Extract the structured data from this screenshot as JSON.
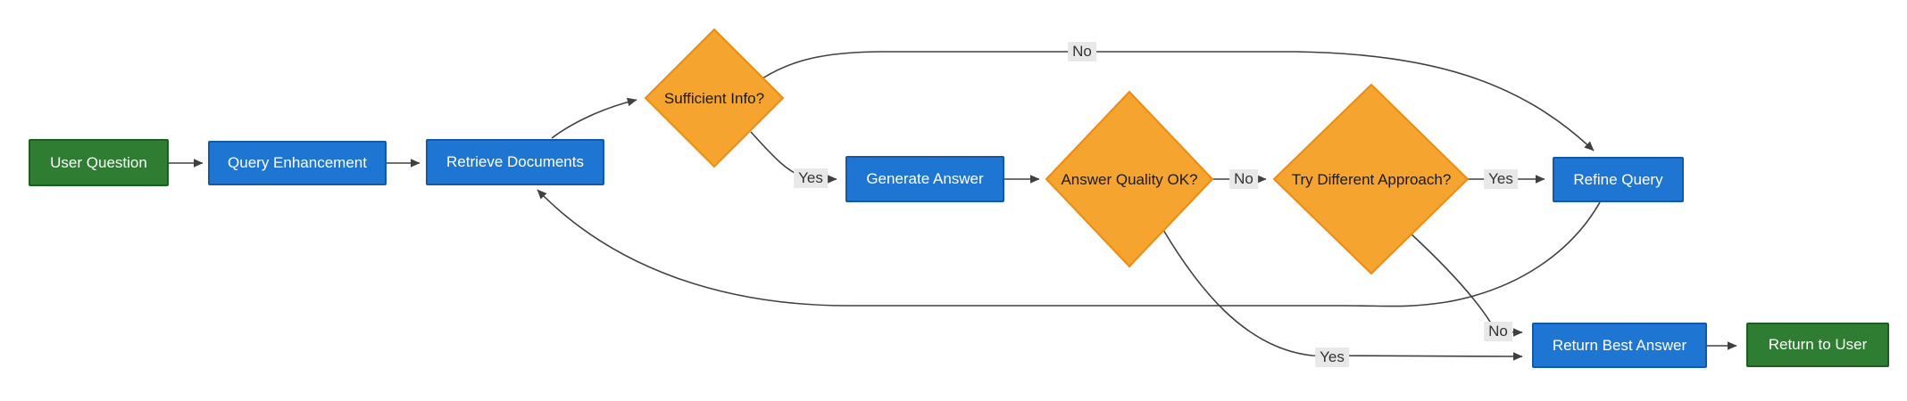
{
  "diagram": {
    "type": "flowchart",
    "background": "#ffffff",
    "edge_color": "#404040",
    "edge_label_bg": "#E8E8E8",
    "nodes": {
      "user_question": {
        "label": "User Question",
        "shape": "rect",
        "fill": "#2E7D32",
        "stroke": "#1B5E20",
        "text_color": "#ffffff"
      },
      "query_enhancement": {
        "label": "Query Enhancement",
        "shape": "rect",
        "fill": "#1E76D2",
        "stroke": "#1359A8",
        "text_color": "#ffffff"
      },
      "retrieve_documents": {
        "label": "Retrieve Documents",
        "shape": "rect",
        "fill": "#1E76D2",
        "stroke": "#1359A8",
        "text_color": "#ffffff"
      },
      "sufficient_info": {
        "label": "Sufficient Info?",
        "shape": "diamond",
        "fill": "#F5A42F",
        "stroke": "#EC8C12",
        "text_color": "#1b1b1b"
      },
      "generate_answer": {
        "label": "Generate Answer",
        "shape": "rect",
        "fill": "#1E76D2",
        "stroke": "#1359A8",
        "text_color": "#ffffff"
      },
      "answer_quality": {
        "label": "Answer Quality OK?",
        "shape": "diamond",
        "fill": "#F5A42F",
        "stroke": "#EC8C12",
        "text_color": "#1b1b1b"
      },
      "try_different": {
        "label": "Try Different Approach?",
        "shape": "diamond",
        "fill": "#F5A42F",
        "stroke": "#EC8C12",
        "text_color": "#1b1b1b"
      },
      "refine_query": {
        "label": "Refine Query",
        "shape": "rect",
        "fill": "#1E76D2",
        "stroke": "#1359A8",
        "text_color": "#ffffff"
      },
      "return_best_answer": {
        "label": "Return Best Answer",
        "shape": "rect",
        "fill": "#1E76D2",
        "stroke": "#1359A8",
        "text_color": "#ffffff"
      },
      "return_to_user": {
        "label": "Return to User",
        "shape": "rect",
        "fill": "#2E7D32",
        "stroke": "#1B5E20",
        "text_color": "#ffffff"
      }
    },
    "edge_labels": {
      "sufficient_yes": "Yes",
      "sufficient_no": "No",
      "quality_no": "No",
      "try_yes": "Yes",
      "quality_yes": "Yes",
      "try_no": "No"
    }
  }
}
